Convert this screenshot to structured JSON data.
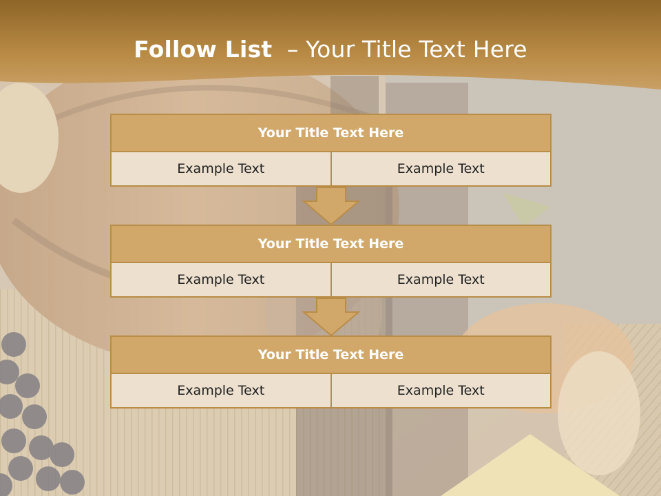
{
  "slide": {
    "title_bold": "Follow List",
    "title_rest": "  – Your Title Text Here"
  },
  "steps": [
    {
      "title": "Your Title Text Here",
      "left": "Example Text",
      "right": "Example Text"
    },
    {
      "title": "Your Title Text Here",
      "left": "Example Text",
      "right": "Example Text"
    },
    {
      "title": "Your Title Text Here",
      "left": "Example Text",
      "right": "Example Text"
    }
  ],
  "colors": {
    "header_gold": "#c49a4e",
    "box_fill": "#d1a86a",
    "box_border": "#b98d48",
    "cell_fill": "#ede0cf"
  },
  "icons": [
    "down-arrow-icon",
    "down-arrow-icon"
  ]
}
